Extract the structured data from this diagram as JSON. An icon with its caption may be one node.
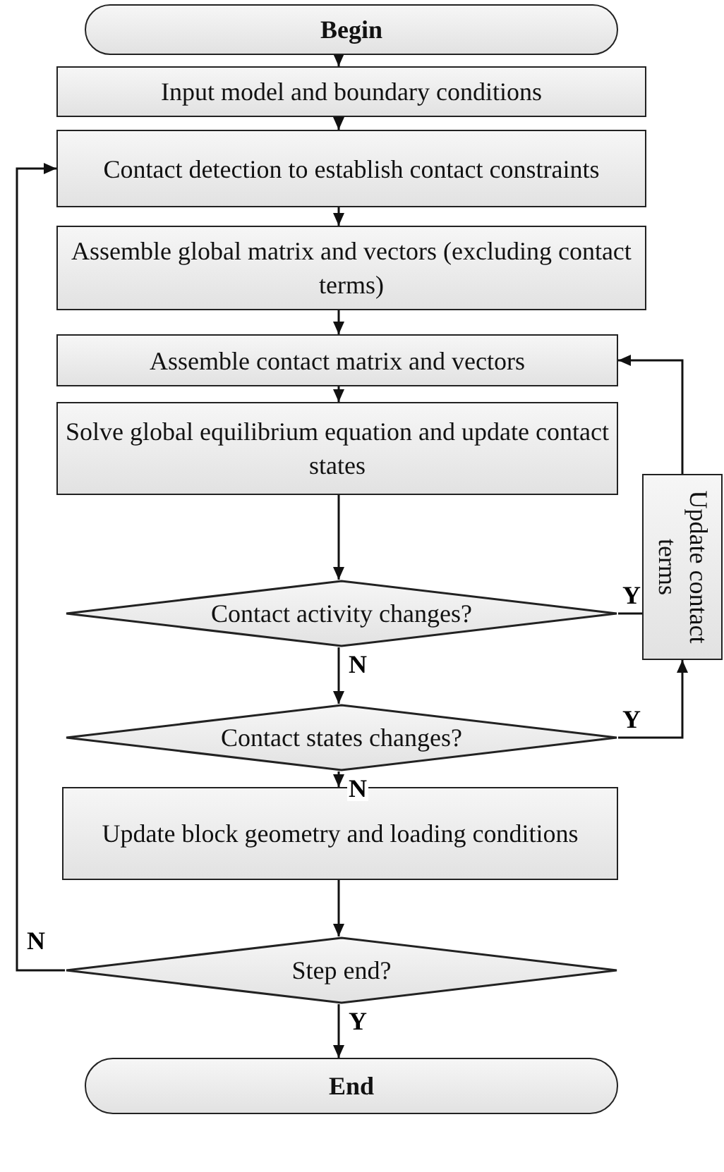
{
  "diagram": {
    "nodes": [
      {
        "text": [
          "Begin"
        ]
      },
      {
        "text": [
          "Input model and boundary conditions"
        ]
      },
      {
        "text": [
          "Contact detection to establish contact constraints"
        ]
      },
      {
        "text": [
          "Assemble global matrix and vectors (excluding contact terms)"
        ]
      },
      {
        "text": [
          "Assemble contact matrix and vectors"
        ]
      },
      {
        "text": [
          "Solve global equilibrium equation and update contact states"
        ]
      },
      {
        "text": [
          "Contact activity changes?"
        ]
      },
      {
        "text": [
          "Contact states changes?"
        ]
      },
      {
        "text": [
          "Update block geometry and loading conditions"
        ]
      },
      {
        "text": [
          "Step end?"
        ]
      },
      {
        "text": [
          "End"
        ]
      },
      {
        "text": [
          "Update contact terms"
        ]
      }
    ],
    "edges": [
      {
        "from": 0,
        "to": 1,
        "arrow": "to"
      },
      {
        "from": 1,
        "to": 2,
        "arrow": "to"
      },
      {
        "from": 2,
        "to": 3,
        "arrow": "to"
      },
      {
        "from": 3,
        "to": 4,
        "arrow": "to"
      },
      {
        "from": 4,
        "to": 5,
        "arrow": "to"
      },
      {
        "from": 5,
        "to": 6,
        "arrow": "to"
      },
      {
        "from": 6,
        "to": 7,
        "arrow": "to",
        "label": "N"
      },
      {
        "from": 7,
        "to": 8,
        "arrow": "to",
        "label": "N"
      },
      {
        "from": 8,
        "to": 9,
        "arrow": "to"
      },
      {
        "from": 9,
        "to": 10,
        "arrow": "to",
        "label": "Y"
      },
      {
        "from": 6,
        "to": 11,
        "arrow": "to",
        "label": "Y"
      },
      {
        "from": 7,
        "to": 11,
        "arrow": "to",
        "label": "Y"
      },
      {
        "from": 11,
        "to": 4,
        "arrow": "to"
      },
      {
        "from": 9,
        "to": 2,
        "arrow": "to",
        "label": "N"
      }
    ]
  }
}
